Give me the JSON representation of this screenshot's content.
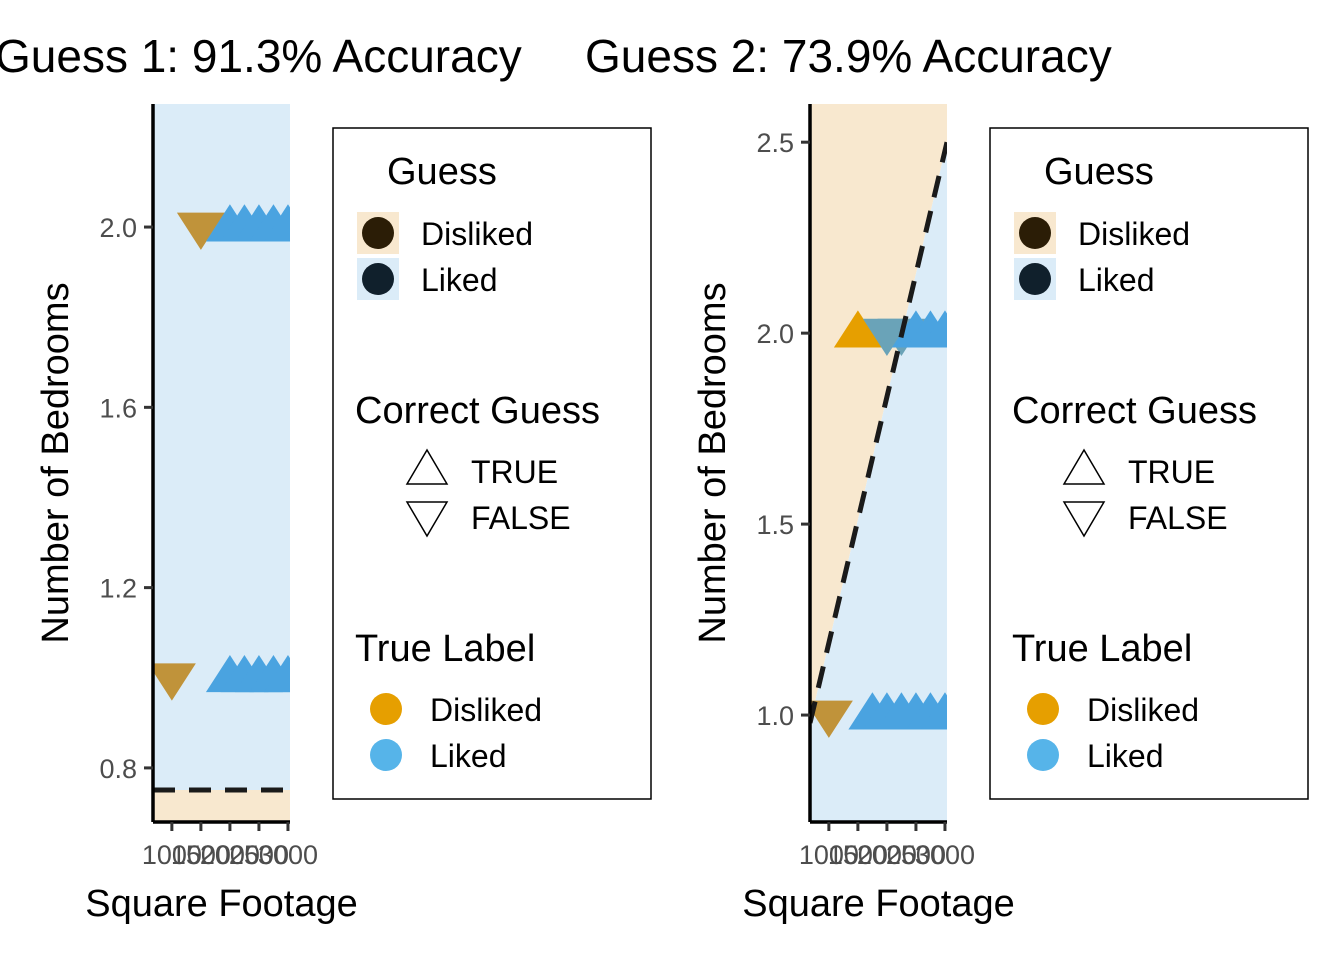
{
  "chart_data": [
    {
      "type": "scatter",
      "title": "Guess 1: 91.3% Accuracy",
      "xlabel": "Square Footage",
      "ylabel": "Number of Bedrooms",
      "xlim": [
        675,
        3035
      ],
      "ylim": [
        0.68,
        2.273
      ],
      "x_ticks": [
        1000,
        1500,
        2000,
        2500,
        3000
      ],
      "x_tick_labels": [
        "1000",
        "1500",
        "2000",
        "2500",
        "3000"
      ],
      "y_ticks": [
        0.8,
        1.2,
        1.6,
        2.0
      ],
      "y_tick_labels": [
        "0.8",
        "1.2",
        "1.6",
        "2.0"
      ],
      "decision_boundary": {
        "style": "dashed",
        "points": [
          [
            675,
            0.751
          ],
          [
            3035,
            0.751
          ]
        ],
        "below_region": "Disliked",
        "above_region": "Liked"
      },
      "points": [
        {
          "x": 1500,
          "y": 2,
          "true_label": "Disliked",
          "guess": "Liked",
          "correct": false
        },
        {
          "x": 2000,
          "y": 2,
          "true_label": "Liked",
          "guess": "Liked",
          "correct": true
        },
        {
          "x": 2250,
          "y": 2,
          "true_label": "Liked",
          "guess": "Liked",
          "correct": true
        },
        {
          "x": 2500,
          "y": 2,
          "true_label": "Liked",
          "guess": "Liked",
          "correct": true
        },
        {
          "x": 2750,
          "y": 2,
          "true_label": "Liked",
          "guess": "Liked",
          "correct": true
        },
        {
          "x": 3000,
          "y": 2,
          "true_label": "Liked",
          "guess": "Liked",
          "correct": true
        },
        {
          "x": 1000,
          "y": 1,
          "true_label": "Disliked",
          "guess": "Liked",
          "correct": false
        },
        {
          "x": 2000,
          "y": 1,
          "true_label": "Liked",
          "guess": "Liked",
          "correct": true
        },
        {
          "x": 2250,
          "y": 1,
          "true_label": "Liked",
          "guess": "Liked",
          "correct": true
        },
        {
          "x": 2500,
          "y": 1,
          "true_label": "Liked",
          "guess": "Liked",
          "correct": true
        },
        {
          "x": 2750,
          "y": 1,
          "true_label": "Liked",
          "guess": "Liked",
          "correct": true
        },
        {
          "x": 3000,
          "y": 1,
          "true_label": "Liked",
          "guess": "Liked",
          "correct": true
        }
      ]
    },
    {
      "type": "scatter",
      "title": "Guess 2: 73.9% Accuracy",
      "xlabel": "Square Footage",
      "ylabel": "Number of Bedrooms",
      "xlim": [
        675,
        3035
      ],
      "ylim": [
        0.72,
        2.6
      ],
      "x_ticks": [
        1000,
        1500,
        2000,
        2500,
        3000
      ],
      "x_tick_labels": [
        "1000",
        "1500",
        "2000",
        "2500",
        "3000"
      ],
      "y_ticks": [
        1.0,
        1.5,
        2.0,
        2.5
      ],
      "y_tick_labels": [
        "1.0",
        "1.5",
        "2.0",
        "2.5"
      ],
      "decision_boundary": {
        "style": "dashed",
        "points": [
          [
            800,
            1.06
          ],
          [
            3035,
            2.5
          ]
        ],
        "above_region": "Disliked",
        "below_region": "Liked"
      },
      "points": [
        {
          "x": 1500,
          "y": 2,
          "true_label": "Disliked",
          "guess": "Disliked",
          "correct": true
        },
        {
          "x": 2000,
          "y": 2,
          "true_label": "Liked",
          "guess": "Disliked",
          "correct": false
        },
        {
          "x": 2250,
          "y": 2,
          "true_label": "Liked",
          "guess": "Disliked",
          "correct": false
        },
        {
          "x": 2500,
          "y": 2,
          "true_label": "Liked",
          "guess": "Liked",
          "correct": true
        },
        {
          "x": 2750,
          "y": 2,
          "true_label": "Liked",
          "guess": "Liked",
          "correct": true
        },
        {
          "x": 3000,
          "y": 2,
          "true_label": "Liked",
          "guess": "Liked",
          "correct": true
        },
        {
          "x": 1000,
          "y": 1,
          "true_label": "Disliked",
          "guess": "Liked",
          "correct": false
        },
        {
          "x": 1750,
          "y": 1,
          "true_label": "Liked",
          "guess": "Liked",
          "correct": true
        },
        {
          "x": 2000,
          "y": 1,
          "true_label": "Liked",
          "guess": "Liked",
          "correct": true
        },
        {
          "x": 2250,
          "y": 1,
          "true_label": "Liked",
          "guess": "Liked",
          "correct": true
        },
        {
          "x": 2500,
          "y": 1,
          "true_label": "Liked",
          "guess": "Liked",
          "correct": true
        },
        {
          "x": 2750,
          "y": 1,
          "true_label": "Liked",
          "guess": "Liked",
          "correct": true
        },
        {
          "x": 3000,
          "y": 1,
          "true_label": "Liked",
          "guess": "Liked",
          "correct": true
        }
      ]
    }
  ],
  "legend": {
    "guess_title": "Guess",
    "guess_items": [
      {
        "label": "Disliked",
        "dot_color": "#2b1d06",
        "bg_color": "#f8e8cf"
      },
      {
        "label": "Liked",
        "dot_color": "#10202c",
        "bg_color": "#dbecf8"
      }
    ],
    "correct_title": "Correct Guess",
    "correct_items": [
      {
        "label": "TRUE",
        "shape": "triangle-up"
      },
      {
        "label": "FALSE",
        "shape": "triangle-down"
      }
    ],
    "true_label_title": "True Label",
    "true_label_items": [
      {
        "label": "Disliked",
        "color": "#e69f00"
      },
      {
        "label": "Liked",
        "color": "#56b4e9"
      }
    ]
  },
  "colors": {
    "region_disliked": "#f8e8cf",
    "region_liked": "#dbecf8",
    "point_disliked": "#e69f00",
    "point_liked": "#4aa3e0",
    "point_disliked_on_liked": "#c0933a",
    "point_liked_on_disliked": "#6aa3b8"
  }
}
